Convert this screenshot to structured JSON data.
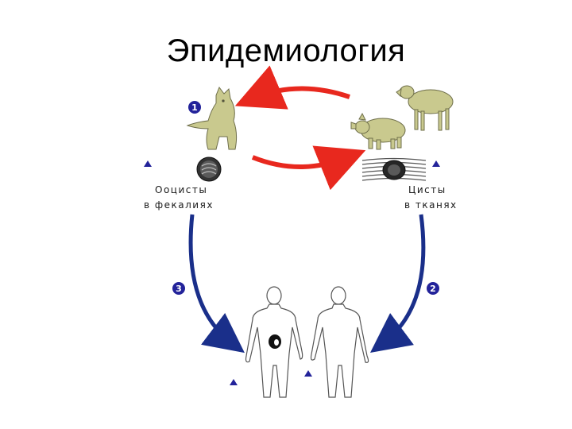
{
  "slide": {
    "title": "Эпидемиология"
  },
  "labels": {
    "oocysts_line1": "Ооцисты",
    "oocysts_line2": "в фекалиях",
    "cysts_line1": "Цисты",
    "cysts_line2": "в тканях"
  },
  "steps": [
    "1",
    "2",
    "3"
  ],
  "colors": {
    "red_arrow": "#e8281e",
    "blue_arrow": "#1a2f8a",
    "animal_fill": "#c9c98e",
    "animal_stroke": "#6e6e4a",
    "step_circle": "#23239a",
    "human_stroke": "#555555"
  },
  "icons": [
    "cat-icon",
    "pig-icon",
    "sheep-icon",
    "oocyst-icon",
    "tissue-cyst-icon",
    "human-figure-icon",
    "warning-triangle-icon"
  ]
}
